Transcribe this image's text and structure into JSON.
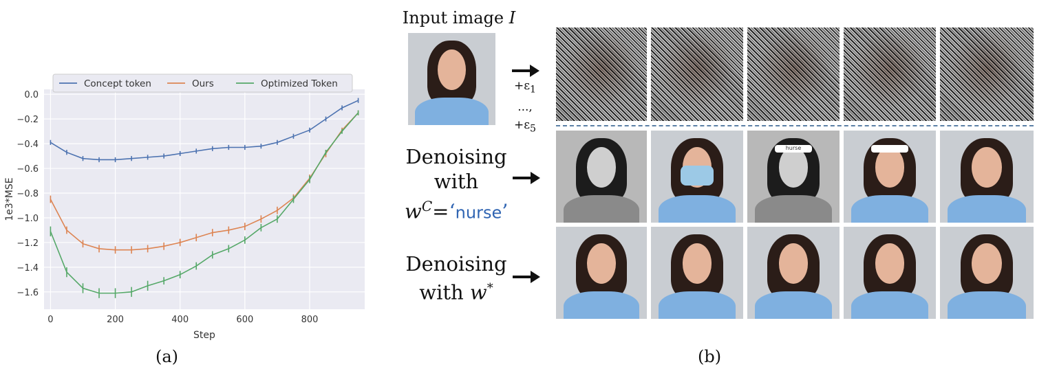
{
  "chart_data": {
    "type": "line",
    "xlabel": "Step",
    "ylabel": "1e3*MSE",
    "xlim": [
      -20,
      970
    ],
    "ylim": [
      -1.74,
      0.04
    ],
    "xticks": [
      0,
      200,
      400,
      600,
      800
    ],
    "yticks": [
      0.0,
      -0.2,
      -0.4,
      -0.6,
      -0.8,
      -1.0,
      -1.2,
      -1.4,
      -1.6
    ],
    "ytick_labels": [
      "0.0",
      "−0.2",
      "−0.4",
      "−0.6",
      "−0.8",
      "−1.0",
      "−1.2",
      "−1.4",
      "−1.6"
    ],
    "grid": true,
    "legend_placement": "top",
    "x": [
      0,
      50,
      100,
      150,
      200,
      250,
      300,
      350,
      400,
      450,
      500,
      550,
      600,
      650,
      700,
      750,
      800,
      850,
      900,
      950
    ],
    "series": [
      {
        "name": "Concept token",
        "color": "#4c72b0",
        "values": [
          -0.39,
          -0.47,
          -0.52,
          -0.53,
          -0.53,
          -0.52,
          -0.51,
          -0.5,
          -0.48,
          -0.46,
          -0.44,
          -0.43,
          -0.43,
          -0.42,
          -0.39,
          -0.34,
          -0.29,
          -0.2,
          -0.11,
          -0.05
        ],
        "err": [
          0.02,
          0.02,
          0.02,
          0.02,
          0.02,
          0.02,
          0.02,
          0.02,
          0.02,
          0.02,
          0.02,
          0.02,
          0.02,
          0.02,
          0.02,
          0.02,
          0.02,
          0.02,
          0.02,
          0.02
        ]
      },
      {
        "name": "Ours",
        "color": "#dd8452",
        "values": [
          -0.85,
          -1.1,
          -1.21,
          -1.25,
          -1.26,
          -1.26,
          -1.25,
          -1.23,
          -1.2,
          -1.16,
          -1.12,
          -1.1,
          -1.07,
          -1.01,
          -0.94,
          -0.84,
          -0.68,
          -0.48,
          -0.29,
          -0.15
        ],
        "err": [
          0.03,
          0.03,
          0.03,
          0.03,
          0.03,
          0.03,
          0.03,
          0.03,
          0.03,
          0.03,
          0.03,
          0.03,
          0.03,
          0.03,
          0.03,
          0.03,
          0.03,
          0.03,
          0.02,
          0.02
        ]
      },
      {
        "name": "Optimized Token",
        "color": "#55a868",
        "values": [
          -1.11,
          -1.44,
          -1.57,
          -1.61,
          -1.61,
          -1.6,
          -1.55,
          -1.51,
          -1.46,
          -1.39,
          -1.3,
          -1.25,
          -1.18,
          -1.08,
          -1.01,
          -0.85,
          -0.69,
          -0.47,
          -0.3,
          -0.15
        ],
        "err": [
          0.04,
          0.04,
          0.04,
          0.04,
          0.04,
          0.04,
          0.04,
          0.03,
          0.03,
          0.03,
          0.03,
          0.03,
          0.03,
          0.03,
          0.03,
          0.03,
          0.03,
          0.02,
          0.02,
          0.02
        ]
      }
    ]
  },
  "captions": {
    "a": "(a)",
    "b": "(b)"
  },
  "right": {
    "input_label": "Input image",
    "input_symbol": "I",
    "noise_top": "+ε",
    "noise_top_sub": "1",
    "noise_mid": "...,",
    "noise_bottom": "+ε",
    "noise_bottom_sub": "5",
    "denoise1_line1": "Denoising",
    "denoise1_line2": "with",
    "denoise1_w": "w",
    "denoise1_sup": "C",
    "denoise1_eq": "=",
    "denoise1_quote": "‘",
    "denoise1_word": "nurse",
    "denoise1_endquote": "’",
    "denoise2_line1": "Denoising",
    "denoise2_line2": "with",
    "denoise2_w": "w",
    "denoise2_sup": "*",
    "headband_text": "hurse"
  }
}
